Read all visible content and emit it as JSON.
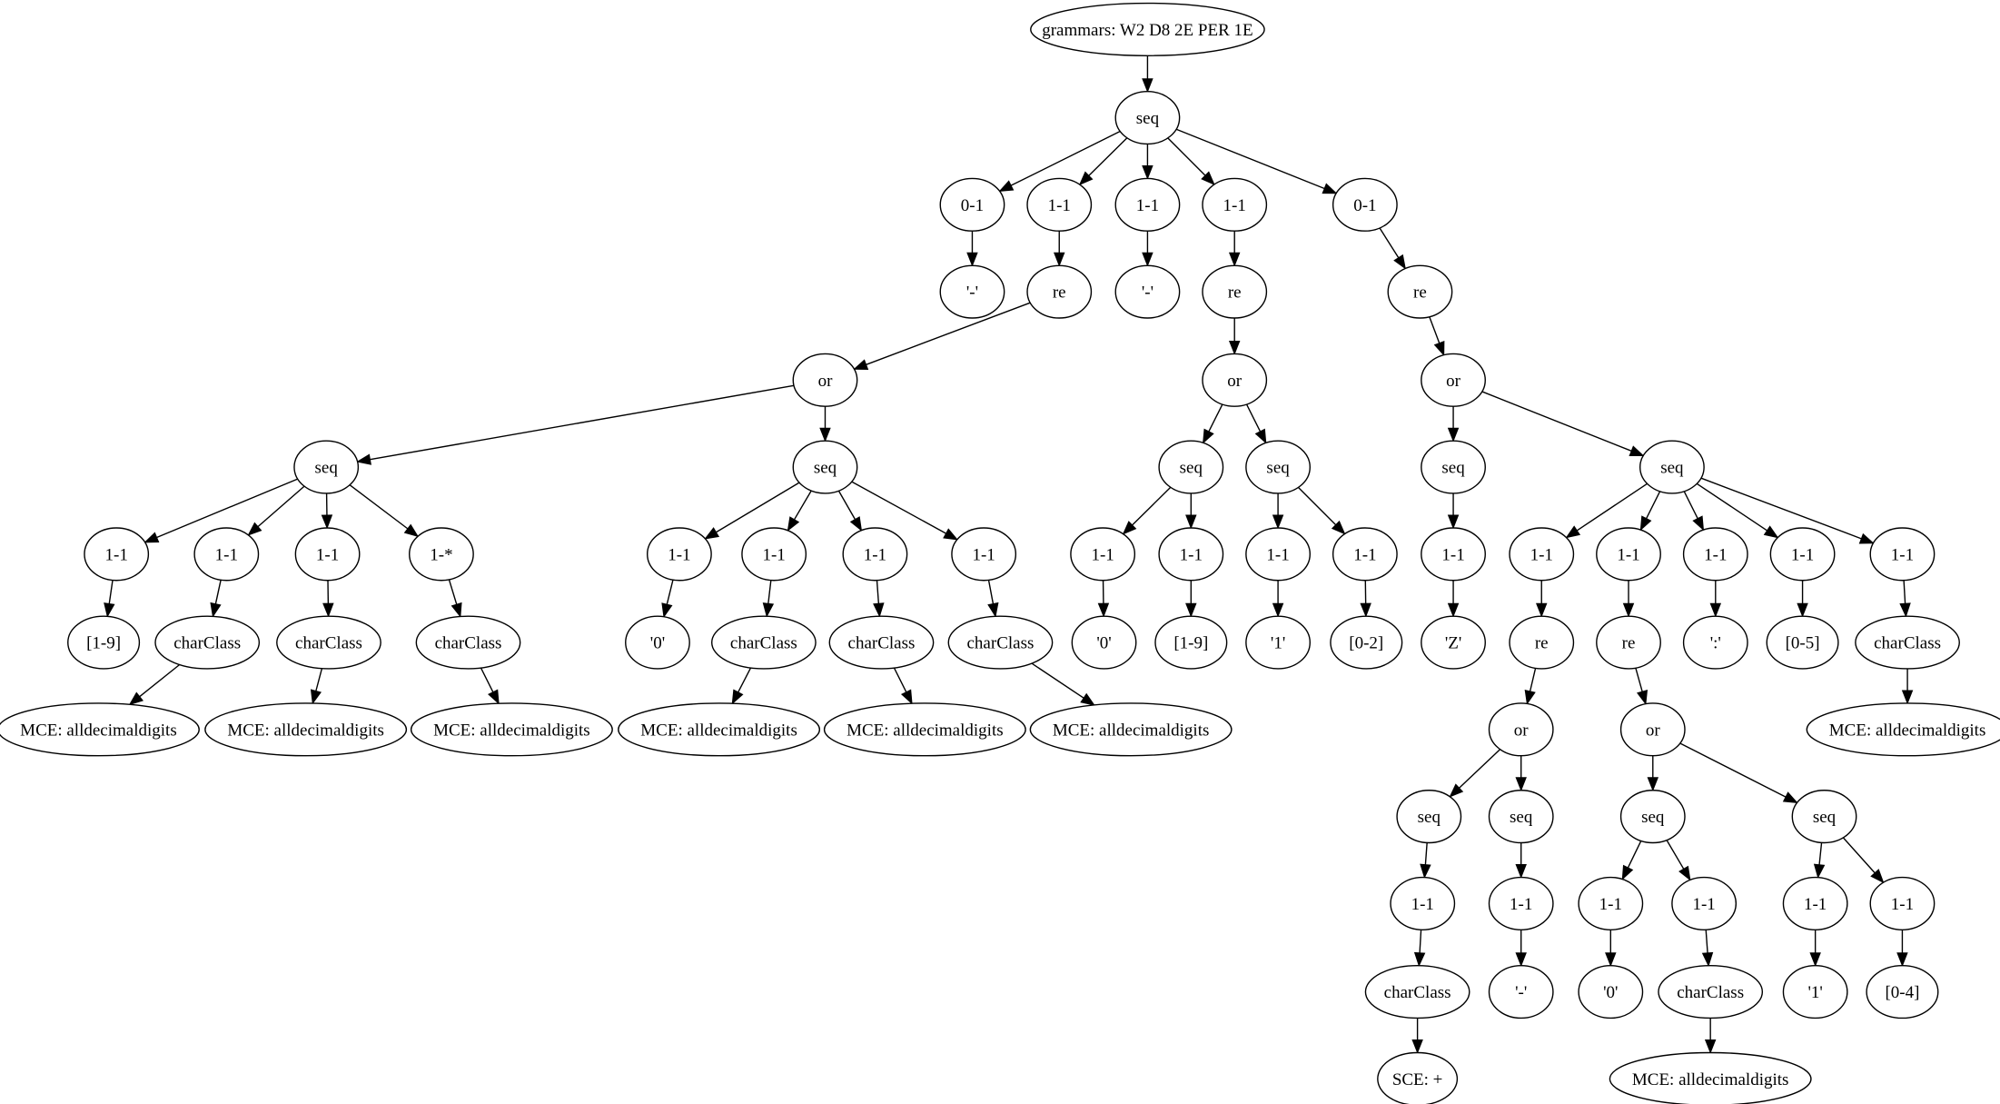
{
  "graph": {
    "nodes": [
      {
        "id": "root",
        "label": "grammars: W2 D8 2E PER 1E"
      },
      {
        "id": "seq0",
        "label": "seq"
      },
      {
        "id": "c01",
        "label": "0-1"
      },
      {
        "id": "c11a",
        "label": "1-1"
      },
      {
        "id": "c11b",
        "label": "1-1"
      },
      {
        "id": "c11c",
        "label": "1-1"
      },
      {
        "id": "c01b",
        "label": "0-1"
      },
      {
        "id": "dash1",
        "label": "'-'"
      },
      {
        "id": "re1",
        "label": "re"
      },
      {
        "id": "dash2",
        "label": "'-'"
      },
      {
        "id": "re2",
        "label": "re"
      },
      {
        "id": "re3",
        "label": "re"
      },
      {
        "id": "or1",
        "label": "or"
      },
      {
        "id": "seqA",
        "label": "seq"
      },
      {
        "id": "seqB",
        "label": "seq"
      },
      {
        "id": "a1",
        "label": "1-1"
      },
      {
        "id": "a2",
        "label": "1-1"
      },
      {
        "id": "a3",
        "label": "1-1"
      },
      {
        "id": "a4",
        "label": "1-*"
      },
      {
        "id": "a1c",
        "label": "[1-9]"
      },
      {
        "id": "a2c",
        "label": "charClass"
      },
      {
        "id": "a3c",
        "label": "charClass"
      },
      {
        "id": "a4c",
        "label": "charClass"
      },
      {
        "id": "a2m",
        "label": "MCE: alldecimaldigits"
      },
      {
        "id": "a3m",
        "label": "MCE: alldecimaldigits"
      },
      {
        "id": "a4m",
        "label": "MCE: alldecimaldigits"
      },
      {
        "id": "b1",
        "label": "1-1"
      },
      {
        "id": "b2",
        "label": "1-1"
      },
      {
        "id": "b3",
        "label": "1-1"
      },
      {
        "id": "b4",
        "label": "1-1"
      },
      {
        "id": "b1c",
        "label": "'0'"
      },
      {
        "id": "b2c",
        "label": "charClass"
      },
      {
        "id": "b3c",
        "label": "charClass"
      },
      {
        "id": "b4c",
        "label": "charClass"
      },
      {
        "id": "b2m",
        "label": "MCE: alldecimaldigits"
      },
      {
        "id": "b3m",
        "label": "MCE: alldecimaldigits"
      },
      {
        "id": "b4m",
        "label": "MCE: alldecimaldigits"
      },
      {
        "id": "or2",
        "label": "or"
      },
      {
        "id": "seqC",
        "label": "seq"
      },
      {
        "id": "seqD",
        "label": "seq"
      },
      {
        "id": "c1",
        "label": "1-1"
      },
      {
        "id": "c2",
        "label": "1-1"
      },
      {
        "id": "d1",
        "label": "1-1"
      },
      {
        "id": "d2",
        "label": "1-1"
      },
      {
        "id": "c1c",
        "label": "'0'"
      },
      {
        "id": "c2c",
        "label": "[1-9]"
      },
      {
        "id": "d1c",
        "label": "'1'"
      },
      {
        "id": "d2c",
        "label": "[0-2]"
      },
      {
        "id": "or3",
        "label": "or"
      },
      {
        "id": "seqE",
        "label": "seq"
      },
      {
        "id": "seqF",
        "label": "seq"
      },
      {
        "id": "e1",
        "label": "1-1"
      },
      {
        "id": "e1c",
        "label": "'Z'"
      },
      {
        "id": "f1",
        "label": "1-1"
      },
      {
        "id": "f2",
        "label": "1-1"
      },
      {
        "id": "f3",
        "label": "1-1"
      },
      {
        "id": "f4",
        "label": "1-1"
      },
      {
        "id": "f5",
        "label": "1-1"
      },
      {
        "id": "f1re",
        "label": "re"
      },
      {
        "id": "f2re",
        "label": "re"
      },
      {
        "id": "f3c",
        "label": "':'"
      },
      {
        "id": "f4c",
        "label": "[0-5]"
      },
      {
        "id": "f5c",
        "label": "charClass"
      },
      {
        "id": "f5m",
        "label": "MCE: alldecimaldigits"
      },
      {
        "id": "or4",
        "label": "or"
      },
      {
        "id": "or5",
        "label": "or"
      },
      {
        "id": "seqG",
        "label": "seq"
      },
      {
        "id": "seqH",
        "label": "seq"
      },
      {
        "id": "g1",
        "label": "1-1"
      },
      {
        "id": "h1",
        "label": "1-1"
      },
      {
        "id": "g1c",
        "label": "charClass"
      },
      {
        "id": "h1c",
        "label": "'-'"
      },
      {
        "id": "g1m",
        "label": "SCE: +"
      },
      {
        "id": "seqI",
        "label": "seq"
      },
      {
        "id": "seqJ",
        "label": "seq"
      },
      {
        "id": "i1",
        "label": "1-1"
      },
      {
        "id": "i2",
        "label": "1-1"
      },
      {
        "id": "j1",
        "label": "1-1"
      },
      {
        "id": "j2",
        "label": "1-1"
      },
      {
        "id": "i1c",
        "label": "'0'"
      },
      {
        "id": "i2c",
        "label": "charClass"
      },
      {
        "id": "j1c",
        "label": "'1'"
      },
      {
        "id": "j2c",
        "label": "[0-4]"
      },
      {
        "id": "i2m",
        "label": "MCE: alldecimaldigits"
      }
    ],
    "edges": [
      [
        "root",
        "seq0"
      ],
      [
        "seq0",
        "c01"
      ],
      [
        "seq0",
        "c11a"
      ],
      [
        "seq0",
        "c11b"
      ],
      [
        "seq0",
        "c11c"
      ],
      [
        "seq0",
        "c01b"
      ],
      [
        "c01",
        "dash1"
      ],
      [
        "c11a",
        "re1"
      ],
      [
        "c11b",
        "dash2"
      ],
      [
        "c11c",
        "re2"
      ],
      [
        "c01b",
        "re3"
      ],
      [
        "re1",
        "or1"
      ],
      [
        "or1",
        "seqA"
      ],
      [
        "or1",
        "seqB"
      ],
      [
        "seqA",
        "a1"
      ],
      [
        "seqA",
        "a2"
      ],
      [
        "seqA",
        "a3"
      ],
      [
        "seqA",
        "a4"
      ],
      [
        "a1",
        "a1c"
      ],
      [
        "a2",
        "a2c"
      ],
      [
        "a3",
        "a3c"
      ],
      [
        "a4",
        "a4c"
      ],
      [
        "a2c",
        "a2m"
      ],
      [
        "a3c",
        "a3m"
      ],
      [
        "a4c",
        "a4m"
      ],
      [
        "seqB",
        "b1"
      ],
      [
        "seqB",
        "b2"
      ],
      [
        "seqB",
        "b3"
      ],
      [
        "seqB",
        "b4"
      ],
      [
        "b1",
        "b1c"
      ],
      [
        "b2",
        "b2c"
      ],
      [
        "b3",
        "b3c"
      ],
      [
        "b4",
        "b4c"
      ],
      [
        "b2c",
        "b2m"
      ],
      [
        "b3c",
        "b3m"
      ],
      [
        "b4c",
        "b4m"
      ],
      [
        "re2",
        "or2"
      ],
      [
        "or2",
        "seqC"
      ],
      [
        "or2",
        "seqD"
      ],
      [
        "seqC",
        "c1"
      ],
      [
        "seqC",
        "c2"
      ],
      [
        "seqD",
        "d1"
      ],
      [
        "seqD",
        "d2"
      ],
      [
        "c1",
        "c1c"
      ],
      [
        "c2",
        "c2c"
      ],
      [
        "d1",
        "d1c"
      ],
      [
        "d2",
        "d2c"
      ],
      [
        "re3",
        "or3"
      ],
      [
        "or3",
        "seqE"
      ],
      [
        "or3",
        "seqF"
      ],
      [
        "seqE",
        "e1"
      ],
      [
        "e1",
        "e1c"
      ],
      [
        "seqF",
        "f1"
      ],
      [
        "seqF",
        "f2"
      ],
      [
        "seqF",
        "f3"
      ],
      [
        "seqF",
        "f4"
      ],
      [
        "seqF",
        "f5"
      ],
      [
        "f1",
        "f1re"
      ],
      [
        "f2",
        "f2re"
      ],
      [
        "f3",
        "f3c"
      ],
      [
        "f4",
        "f4c"
      ],
      [
        "f5",
        "f5c"
      ],
      [
        "f5c",
        "f5m"
      ],
      [
        "f1re",
        "or4"
      ],
      [
        "or4",
        "seqG"
      ],
      [
        "or4",
        "seqH"
      ],
      [
        "seqG",
        "g1"
      ],
      [
        "g1",
        "g1c"
      ],
      [
        "g1c",
        "g1m"
      ],
      [
        "seqH",
        "h1"
      ],
      [
        "h1",
        "h1c"
      ],
      [
        "f2re",
        "or5"
      ],
      [
        "or5",
        "seqI"
      ],
      [
        "or5",
        "seqJ"
      ],
      [
        "seqI",
        "i1"
      ],
      [
        "seqI",
        "i2"
      ],
      [
        "i1",
        "i1c"
      ],
      [
        "i2",
        "i2c"
      ],
      [
        "i2c",
        "i2m"
      ],
      [
        "seqJ",
        "j1"
      ],
      [
        "seqJ",
        "j2"
      ],
      [
        "j1",
        "j1c"
      ],
      [
        "j2",
        "j2c"
      ]
    ]
  }
}
